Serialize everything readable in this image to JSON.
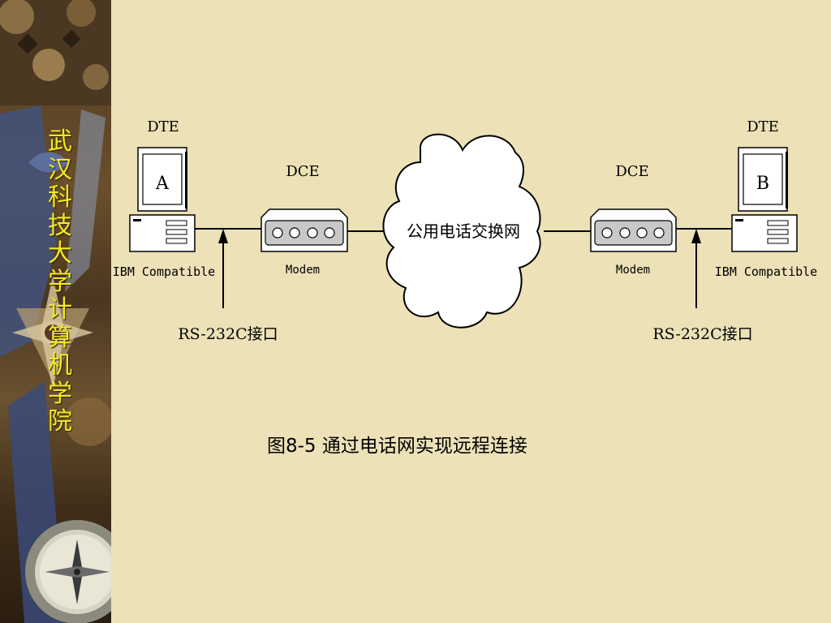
{
  "sidebar": {
    "title_chars": [
      "武",
      "汉",
      "科",
      "技",
      "大",
      "学",
      "计",
      "算",
      "机",
      "学",
      "院"
    ]
  },
  "diagram": {
    "left": {
      "dte_label": "DTE",
      "terminal_letter": "A",
      "computer_label": "IBM Compatible",
      "dce_label": "DCE",
      "modem_label": "Modem",
      "interface_label": "RS-232C接口"
    },
    "right": {
      "dte_label": "DTE",
      "terminal_letter": "B",
      "computer_label": "IBM Compatible",
      "dce_label": "DCE",
      "modem_label": "Modem",
      "interface_label": "RS-232C接口"
    },
    "cloud_label": "公用电话交换网"
  },
  "caption": "图8-5 通过电话网实现远程连接",
  "colors": {
    "background": "#ece1b7",
    "sidebar_title": "#f3ea22"
  }
}
